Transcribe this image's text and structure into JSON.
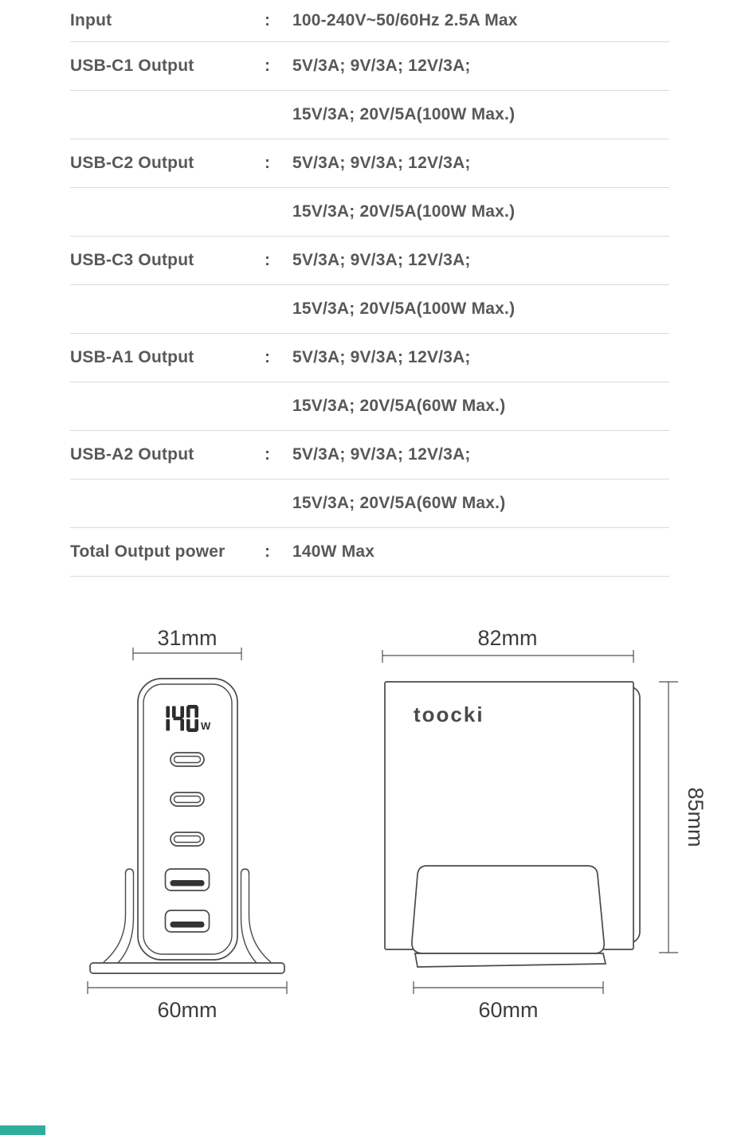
{
  "spec_table": {
    "colon": ":",
    "rows": [
      {
        "label": "Input",
        "value": "100-240V~50/60Hz 2.5A Max"
      },
      {
        "label": "USB-C1 Output",
        "value": "5V/3A; 9V/3A; 12V/3A;"
      },
      {
        "label": "",
        "value": "15V/3A; 20V/5A(100W Max.)"
      },
      {
        "label": "USB-C2 Output",
        "value": "5V/3A; 9V/3A; 12V/3A;"
      },
      {
        "label": "",
        "value": "15V/3A; 20V/5A(100W Max.)"
      },
      {
        "label": "USB-C3 Output",
        "value": "5V/3A; 9V/3A; 12V/3A;"
      },
      {
        "label": "",
        "value": "15V/3A; 20V/5A(100W Max.)"
      },
      {
        "label": "USB-A1 Output",
        "value": "5V/3A; 9V/3A; 12V/3A;"
      },
      {
        "label": "",
        "value": "15V/3A; 20V/5A(60W Max.)"
      },
      {
        "label": "USB-A2 Output",
        "value": "5V/3A; 9V/3A; 12V/3A;"
      },
      {
        "label": "",
        "value": "15V/3A; 20V/5A(60W Max.)"
      },
      {
        "label": "Total Output power",
        "value": "140W Max"
      }
    ]
  },
  "front_view": {
    "top_dim_label": "31mm",
    "bottom_dim_label": "60mm",
    "display_value": "140",
    "display_unit": "W"
  },
  "side_view": {
    "top_dim_label": "82mm",
    "height_dim_label": "85mm",
    "bottom_dim_label": "60mm",
    "brand_logo": "toocki"
  },
  "colors": {
    "accent_teal": "#2fae9c",
    "table_text": "#57585a",
    "separator_line": "#dadada",
    "drawing_line": "#4a4a4a"
  }
}
